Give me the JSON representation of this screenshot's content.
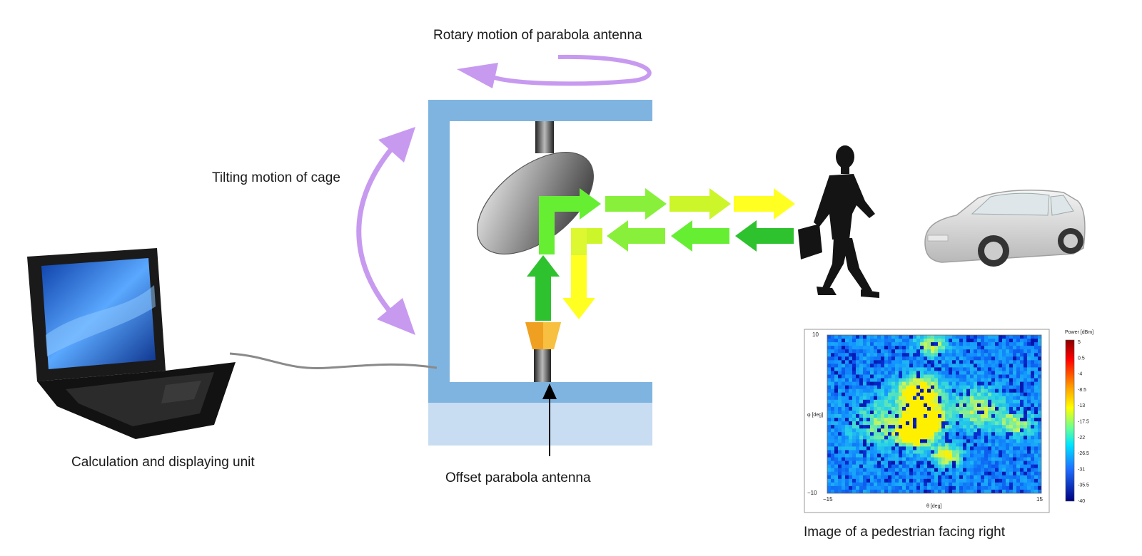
{
  "labels": {
    "rotary": "Rotary motion of  parabola antenna",
    "tilting": "Tilting motion of cage",
    "calc_unit": "Calculation and displaying unit",
    "antenna": "Offset parabola antenna",
    "image_caption": "Image of a pedestrian facing right"
  },
  "heatmap": {
    "y_top": "10",
    "y_bottom": "−10",
    "x_left": "−15",
    "x_right": "15",
    "y_axis_label": "φ [deg]",
    "x_axis_label": "θ [deg]",
    "colorbar_title": "Power [dBm]",
    "colorbar_ticks": [
      "5",
      "0.5",
      "-4",
      "-8.5",
      "-13",
      "-17.5",
      "-22",
      "-26.5",
      "-31",
      "-35.5",
      "-40"
    ]
  },
  "colors": {
    "cage": "#7fb4e0",
    "base": "#c8dcf2",
    "motion_arrow": "#c79af0",
    "green_dark": "#2ec22e",
    "green_light": "#66ee33",
    "yellow_green": "#ccf52a",
    "yellow": "#ffff22",
    "horn": "#f0a020"
  }
}
